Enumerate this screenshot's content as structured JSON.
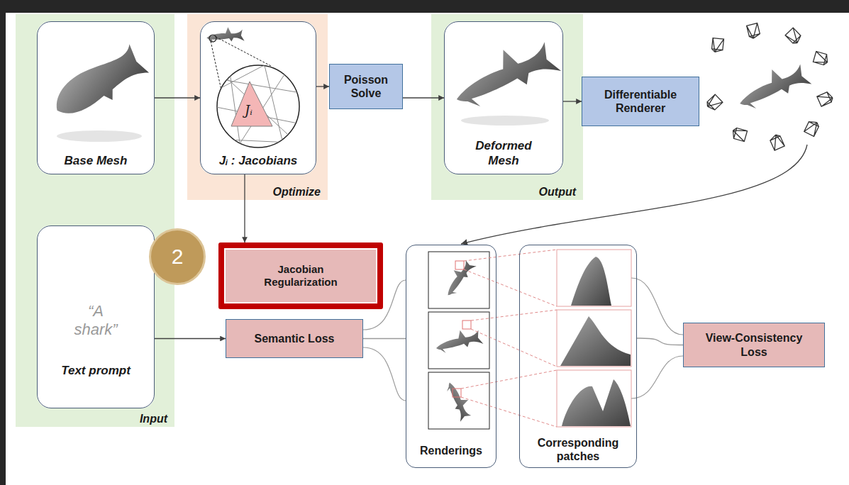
{
  "diagram": {
    "nodes": [
      {
        "text": [
          "Input"
        ]
      },
      {
        "text": [
          "Base Mesh"
        ],
        "in": 0
      },
      {
        "text": [
          "“A shark”",
          "Text prompt"
        ],
        "in": 0
      },
      {
        "text": [
          "Optimize"
        ]
      },
      {
        "text": [
          "Jᵢ : Jacobians"
        ],
        "in": 3
      },
      {
        "text": [
          "Poisson Solve"
        ]
      },
      {
        "text": [
          "Output"
        ]
      },
      {
        "text": [
          "Deformed Mesh"
        ],
        "in": 6
      },
      {
        "text": [
          "Differentiable Renderer"
        ]
      },
      {
        "text": [
          "2"
        ]
      },
      {
        "text": [
          "Jacobian Regularization"
        ]
      },
      {
        "text": [
          "Semantic Loss"
        ]
      },
      {
        "text": [
          "Renderings"
        ]
      },
      {
        "text": [
          "Corresponding patches"
        ]
      },
      {
        "text": [
          "View-Consistency Loss"
        ]
      }
    ],
    "edges": [
      {
        "from": 1,
        "to": 4,
        "arrow": "to"
      },
      {
        "from": 4,
        "to": 5,
        "arrow": "to"
      },
      {
        "from": 5,
        "to": 7,
        "arrow": "to"
      },
      {
        "from": 7,
        "to": 8,
        "arrow": "to"
      },
      {
        "from": 4,
        "to": 10,
        "arrow": "to"
      },
      {
        "from": 2,
        "to": 11,
        "arrow": "to"
      },
      {
        "from": 11,
        "to": 12,
        "arrow": "none"
      },
      {
        "from": 13,
        "to": 14,
        "arrow": "none"
      }
    ],
    "labels": [
      "Jᵢ"
    ]
  }
}
